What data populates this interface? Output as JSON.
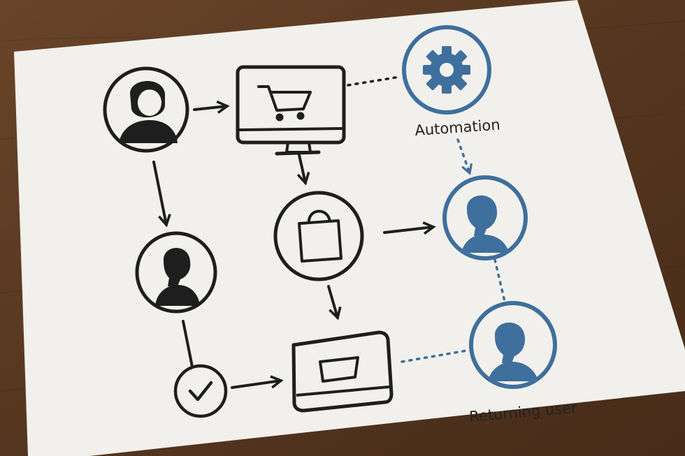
{
  "labels": {
    "automation": "Automation",
    "returning_user": "Returning user"
  },
  "colors": {
    "ink": "#1e1e1e",
    "accent": "#3f6f9c",
    "paper": "#f1f0ec",
    "table": "#5b3a22"
  },
  "nodes": [
    {
      "name": "user-node",
      "icon": "person-icon"
    },
    {
      "name": "computer-cart-node",
      "icon": "monitor-cart-icon"
    },
    {
      "name": "automation-node",
      "icon": "gear-icon"
    },
    {
      "name": "secondary-user-node",
      "icon": "person-silhouette-icon"
    },
    {
      "name": "shopping-bag-node",
      "icon": "shopping-bag-icon"
    },
    {
      "name": "engaged-user-node",
      "icon": "person-silhouette-icon"
    },
    {
      "name": "check-node",
      "icon": "check-icon"
    },
    {
      "name": "tablet-node",
      "icon": "tablet-icon"
    },
    {
      "name": "returning-user-node",
      "icon": "person-silhouette-icon"
    }
  ]
}
